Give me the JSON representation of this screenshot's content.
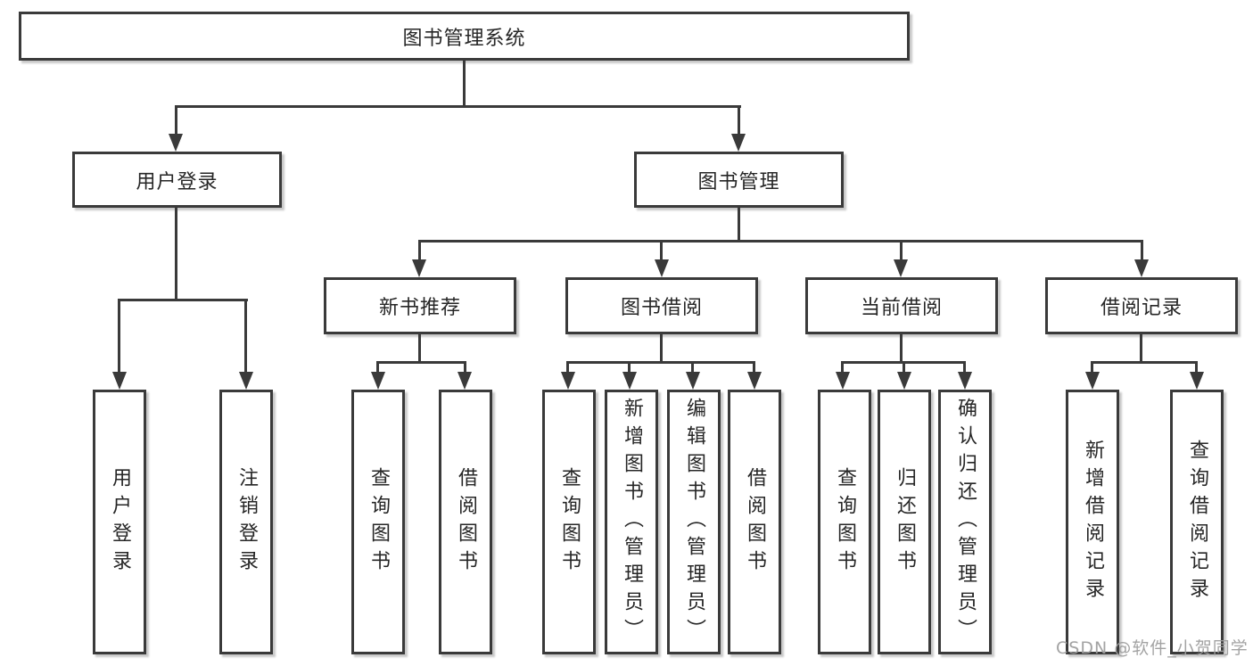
{
  "diagram": {
    "title": "图书管理系统",
    "nodes": {
      "root": "图书管理系统",
      "user_login": "用户登录",
      "book_mgmt": "图书管理",
      "new_book_rec": "新书推荐",
      "book_borrow": "图书借阅",
      "current_borrow": "当前借阅",
      "borrow_record": "借阅记录",
      "leaf_user_login": "用户登录",
      "leaf_logout": "注销登录",
      "leaf_rec_query": "查询图书",
      "leaf_rec_borrow": "借阅图书",
      "leaf_bb_query": "查询图书",
      "leaf_bb_add": "新增图书（管理员）",
      "leaf_bb_edit": "编辑图书（管理员）",
      "leaf_bb_borrow": "借阅图书",
      "leaf_cb_query": "查询图书",
      "leaf_cb_return": "归还图书",
      "leaf_cb_confirm": "确认归还（管理员）",
      "leaf_br_add": "新增借阅记录",
      "leaf_br_query": "查询借阅记录"
    },
    "tree": {
      "图书管理系统": {
        "用户登录": [
          "用户登录",
          "注销登录"
        ],
        "图书管理": {
          "新书推荐": [
            "查询图书",
            "借阅图书"
          ],
          "图书借阅": [
            "查询图书",
            "新增图书（管理员）",
            "编辑图书（管理员）",
            "借阅图书"
          ],
          "当前借阅": [
            "查询图书",
            "归还图书",
            "确认归还（管理员）"
          ],
          "借阅记录": [
            "新增借阅记录",
            "查询借阅记录"
          ]
        }
      }
    },
    "colors": {
      "line": "#3a3a3a",
      "text": "#262626",
      "watermark": "#9e9e9e",
      "background": "#ffffff"
    },
    "watermark": "CSDN @软件_小贺同学"
  }
}
